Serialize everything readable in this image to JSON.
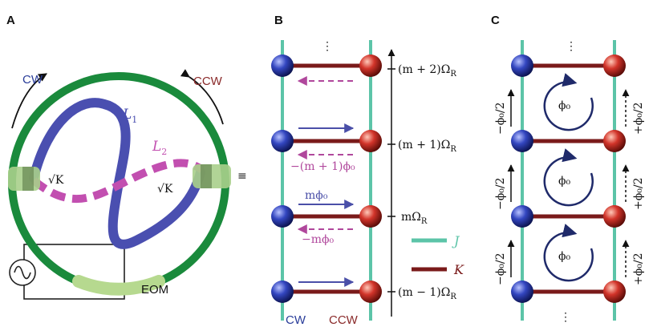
{
  "panels": {
    "a": {
      "label": "A",
      "cw": "CW",
      "ccw": "CCW",
      "l1": "L",
      "l1_sub": "1",
      "l2": "L",
      "l2_sub": "2",
      "sqrtk_left": "√K",
      "sqrtk_right": "√K",
      "eom": "EOM",
      "equiv": "≡"
    },
    "b": {
      "label": "B",
      "dots": "⋮",
      "levels": [
        "(m + 2)Ω",
        "(m + 1)Ω",
        "mΩ",
        "(m − 1)Ω"
      ],
      "level_sub": "R",
      "phase_labels": [
        "−(m + 1)ϕ₀",
        "mϕ₀",
        "−mϕ₀"
      ],
      "legend_j": "J",
      "legend_k": "K",
      "cw": "CW",
      "ccw": "CCW"
    },
    "c": {
      "label": "C",
      "dots_top": "⋮",
      "dots_bottom": "⋮",
      "loop_label": "ϕ₀",
      "left_phase": "−ϕ₀/2",
      "right_phase": "+ϕ₀/2"
    }
  },
  "colors": {
    "ring": "#1a8a3c",
    "waveguide_l1": "#4a4fb0",
    "waveguide_l2": "#c24fb0",
    "coupler": "#a9cf8b",
    "j_link": "#5cc4a8",
    "k_link": "#7a1a1a",
    "blue_site": "#3346c0",
    "red_site": "#d2342a",
    "arrow_blue": "#4a4fa8",
    "arrow_magenta": "#b0479c",
    "text_cw": "#2a3d9a",
    "text_ccw": "#8a2a2a",
    "loop": "#1f2a6a"
  }
}
